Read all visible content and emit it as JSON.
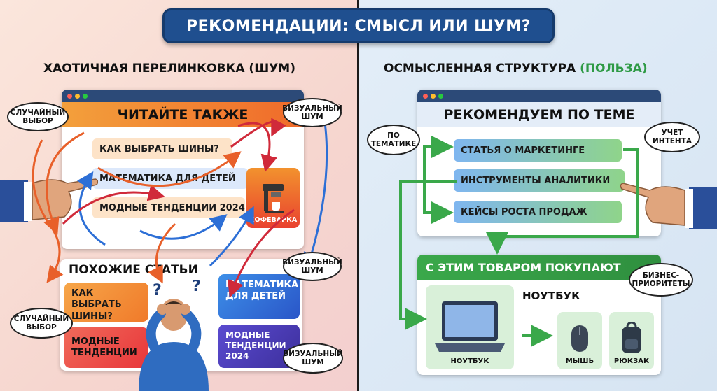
{
  "title": "РЕКОМЕНДАЦИИ: СМЫСЛ ИЛИ ШУМ?",
  "left": {
    "heading": "ХАОТИЧНАЯ ПЕРЕЛИНКОВКА (ШУМ)",
    "block1_title": "ЧИТАЙТЕ ТАКЖЕ",
    "block1_items": [
      "КАК ВЫБРАТЬ ШИНЫ?",
      "МАТЕМАТИКА ДЛЯ ДЕТЕЙ",
      "МОДНЫЕ ТЕНДЕНЦИИ 2024"
    ],
    "ad_label": "КОФЕВАРКА",
    "block2_title": "ПОХОЖИЕ СТАТЬИ",
    "tiles": [
      "КАК ВЫБРАТЬ ШИНЫ?",
      "МОДНЫЕ ТЕНДЕНЦИИ",
      "МАТЕМАТИКА ДЛЯ ДЕТЕЙ",
      "МОДНЫЕ ТЕНДЕНЦИИ 2024"
    ],
    "bubbles": [
      "СЛУЧАЙНЫЙ ВЫБОР",
      "ВИЗУАЛЬНЫЙ ШУМ",
      "ВИЗУАЛЬНЫЙ ШУМ",
      "СЛУЧАЙНЫЙ ВЫБОР",
      "ВИЗУАЛЬНЫЙ ШУМ"
    ]
  },
  "right": {
    "heading_main": "ОСМЫСЛЕННАЯ СТРУКТУРА ",
    "heading_green": "(ПОЛЬЗА)",
    "block1_title": "РЕКОМЕНДУЕМ ПО ТЕМЕ",
    "block1_items": [
      "СТАТЬЯ О МАРКЕТИНГЕ",
      "ИНСТРУМЕНТЫ АНАЛИТИКИ",
      "КЕЙСЫ РОСТА ПРОДАЖ"
    ],
    "block2_title": "С ЭТИМ ТОВАРОМ ПОКУПАЮТ",
    "main_product_heading": "НОУТБУК",
    "products": [
      "НОУТБУК",
      "МЫШЬ",
      "РЮКЗАК"
    ],
    "bubbles": [
      "ПО ТЕМАТИКЕ",
      "УЧЕТ ИНТЕНТА",
      "БИЗНЕС-ПРИОРИТЕТЫ"
    ]
  },
  "colors": {
    "title_bg": "#1f4f8f",
    "noise_orange": "#f07a2a",
    "structure_green": "#3aa84a",
    "window_bar": "#2c4a78"
  }
}
